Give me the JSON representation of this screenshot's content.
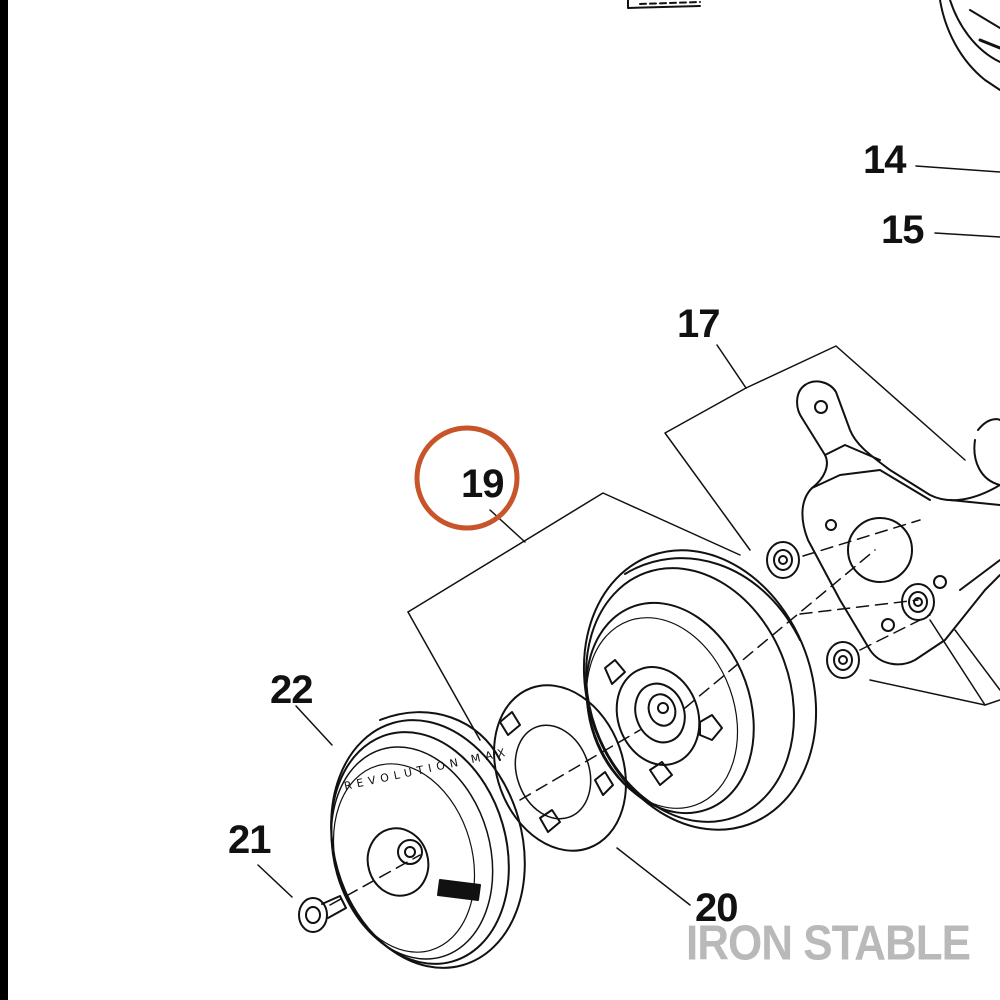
{
  "callouts": {
    "c14": "14",
    "c15": "15",
    "c17": "17",
    "c19": "19",
    "c20": "20",
    "c21": "21",
    "c22": "22"
  },
  "highlight": {
    "target": "19",
    "color": "#c8542a"
  },
  "cover_text": {
    "brand": "REVOLUTION MAX"
  },
  "watermark": "IRON STABLE"
}
